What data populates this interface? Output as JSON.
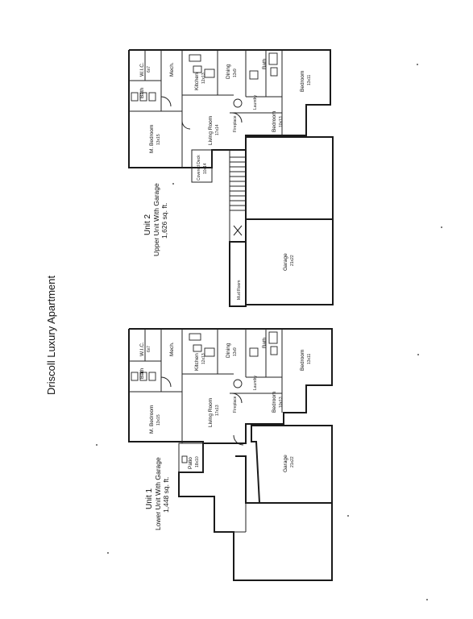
{
  "title": "Driscoll Luxury Apartment",
  "unit1": {
    "name": "Unit 1",
    "subtitle": "Lower Unit With Garage",
    "area": "1,448 sq. ft.",
    "rooms": {
      "m_bedroom": {
        "name": "M. Bedroom",
        "size": "13x15"
      },
      "bath": {
        "name": "Bath"
      },
      "wic": {
        "name": "W.I.C.",
        "size": "6x7"
      },
      "mech": {
        "name": "Mech."
      },
      "kitchen": {
        "name": "Kitchen",
        "size": "12x13"
      },
      "dining": {
        "name": "Dining",
        "size": "13x9"
      },
      "laundry": {
        "name": "Laundry"
      },
      "bath2": {
        "name": "Bath"
      },
      "bedroom": {
        "name": "Bedroom",
        "size": "13x11"
      },
      "living": {
        "name": "Living Room",
        "size": "17x13"
      },
      "fireplace": {
        "name": "Fireplace"
      },
      "bedroom2": {
        "name": "Bedroom",
        "size": "10x13"
      },
      "patio": {
        "name": "Patio",
        "size": "18x10"
      },
      "garage": {
        "name": "Garage",
        "size": "21x22"
      }
    }
  },
  "unit2": {
    "name": "Unit 2",
    "subtitle": "Upper Unit With Garage",
    "area": "1,626 sq. ft.",
    "rooms": {
      "m_bedroom": {
        "name": "M. Bedroom",
        "size": "13x15"
      },
      "bath": {
        "name": "Bath"
      },
      "wic": {
        "name": "W.I.C.",
        "size": "6x7"
      },
      "mech": {
        "name": "Mech."
      },
      "kitchen": {
        "name": "Kitchen",
        "size": "12x13"
      },
      "dining": {
        "name": "Dining",
        "size": "13x9"
      },
      "laundry": {
        "name": "Laundry"
      },
      "bath2": {
        "name": "Bath"
      },
      "bedroom": {
        "name": "Bedroom",
        "size": "13x11"
      },
      "living": {
        "name": "Living Room",
        "size": "17x14"
      },
      "fireplace": {
        "name": "Fireplace"
      },
      "bedroom2": {
        "name": "Bedroom",
        "size": "10x13"
      },
      "deck": {
        "name": "Covered Deck",
        "size": "10x14"
      },
      "mudroom": {
        "name": "Mud Room"
      },
      "garage": {
        "name": "Garage",
        "size": "21x22"
      }
    }
  }
}
